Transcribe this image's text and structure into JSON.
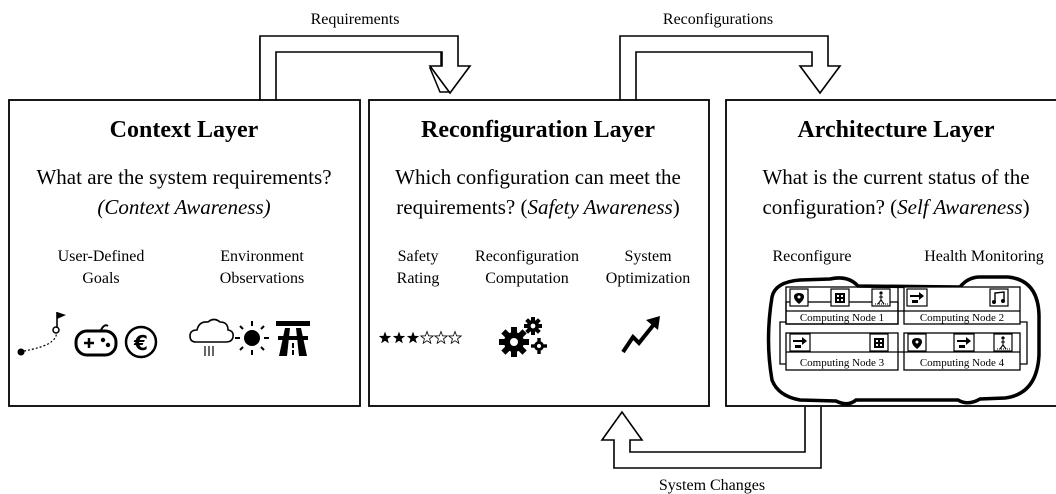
{
  "arrows": {
    "top_left": "Requirements",
    "top_right": "Reconfigurations",
    "bottom": "System Changes"
  },
  "context_layer": {
    "title": "Context Layer",
    "question_line1": "What are the system requirements?",
    "question_line2": "(Context Awareness)",
    "col1_line1": "User-Defined",
    "col1_line2": "Goals",
    "col2_line1": "Environment",
    "col2_line2": "Observations"
  },
  "reconfiguration_layer": {
    "title": "Reconfiguration Layer",
    "question_line1": "Which configuration can meet the",
    "question_line2_prefix": "requirements? (",
    "question_line2_italic": "Safety Awareness",
    "question_line2_suffix": ")",
    "col1_line1": "Safety",
    "col1_line2": "Rating",
    "col2_line1": "Reconfiguration",
    "col2_line2": "Computation",
    "col3_line1": "System",
    "col3_line2": "Optimization",
    "rating_filled": 3,
    "rating_total": 6
  },
  "architecture_layer": {
    "title": "Architecture Layer",
    "question_line1": "What is the current status of the",
    "question_line2_prefix": "configuration? (",
    "question_line2_italic": "Self Awareness",
    "question_line2_suffix": ")",
    "label_left": "Reconfigure",
    "label_right": "Health Monitoring",
    "nodes": [
      "Computing Node 1",
      "Computing Node 2",
      "Computing Node 3",
      "Computing Node 4"
    ]
  }
}
